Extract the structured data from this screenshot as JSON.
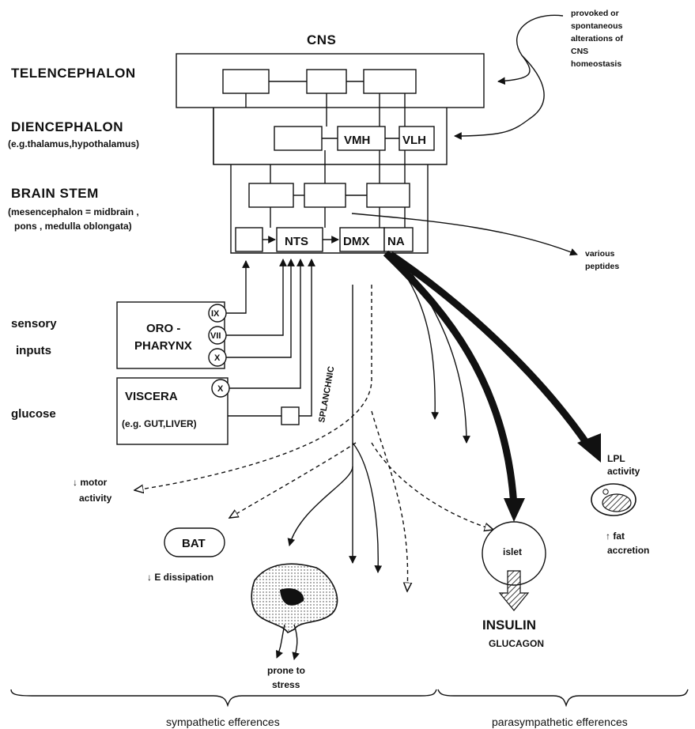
{
  "cns": {
    "title": "CNS"
  },
  "levels": {
    "telencephalon": "TELENCEPHALON",
    "diencephalon": "DIENCEPHALON",
    "diencephalon_sub": "(e.g.thalamus,hypothalamus)",
    "brain_stem": "BRAIN STEM",
    "brain_stem_sub1": "(mesencephalon = midbrain ,",
    "brain_stem_sub2": "pons , medulla oblongata)"
  },
  "nuclei": {
    "vmh": "VMH",
    "vlh": "VLH",
    "nts": "NTS",
    "dmx": "DMX",
    "na": "NA"
  },
  "homeostasis_note": [
    "provoked or",
    "spontaneous",
    "alterations of",
    "CNS",
    "homeostasis"
  ],
  "various_peptides": [
    "various",
    "peptides"
  ],
  "inputs": {
    "sensory": "sensory",
    "inputs": "inputs",
    "glucose": "glucose",
    "oropharynx1": "ORO -",
    "oropharynx2": "PHARYNX",
    "viscera": "VISCERA",
    "viscera_sub": "(e.g. GUT,LIVER)",
    "nerve_ix": "IX",
    "nerve_vii": "VII",
    "nerve_x1": "X",
    "nerve_x2": "X",
    "splanchnic": "SPLANCHNIC"
  },
  "effects": {
    "motor_activity1": "motor",
    "motor_activity2": "activity",
    "bat": "BAT",
    "e_dissipation": "E dissipation",
    "prone1": "prone to",
    "prone2": "stress",
    "islet": "islet",
    "insulin": "INSULIN",
    "glucagon": "GLUCAGON",
    "lpl1": "LPL",
    "lpl2": "activity",
    "fat1": "fat",
    "fat2": "accretion"
  },
  "efferences": {
    "sympathetic": "sympathetic efferences",
    "parasympathetic": "parasympathetic efferences"
  }
}
